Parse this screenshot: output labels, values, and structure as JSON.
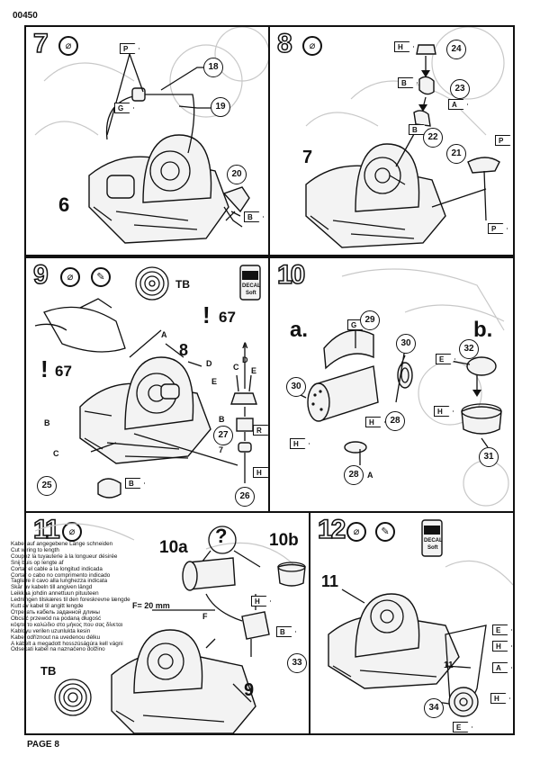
{
  "page": {
    "code": "00450",
    "page_label": "PAGE 8"
  },
  "steps": {
    "s7": {
      "number": "7",
      "part_labels": [
        "18",
        "19",
        "20"
      ],
      "assembly_label": "6",
      "tags": [
        "P",
        "G",
        "B"
      ]
    },
    "s8": {
      "number": "8",
      "part_labels": [
        "24",
        "23",
        "22",
        "21"
      ],
      "assembly_label": "7",
      "tags": [
        "H",
        "B",
        "A",
        "B",
        "P",
        "P"
      ]
    },
    "s9": {
      "number": "9",
      "part_labels": [
        "25",
        "26",
        "27"
      ],
      "assembly_label": "8",
      "tb": "TB",
      "ref_a": "67",
      "ref_b": "67",
      "letters": [
        "A",
        "B",
        "C",
        "D",
        "E"
      ],
      "dist_letters": [
        "A",
        "C",
        "D",
        "E",
        "B",
        "7"
      ],
      "decal": "DECAL",
      "soft": "Soft",
      "tags": [
        "B",
        "R",
        "H"
      ]
    },
    "s10": {
      "number": "10",
      "sub_a": "a.",
      "sub_b": "b.",
      "part_labels": [
        "29",
        "30",
        "30",
        "28",
        "32",
        "31",
        "28"
      ],
      "letter_a": "A",
      "tags": [
        "G",
        "H",
        "H",
        "E",
        "H"
      ]
    },
    "s11": {
      "number": "11",
      "variant_a": "10a",
      "variant_b": "10b",
      "question": "?",
      "measure": "F= 20 mm",
      "letter_f": "F",
      "part_labels": [
        "33"
      ],
      "assembly_label": "9",
      "tb": "TB",
      "tags": [
        "B",
        "H"
      ],
      "instructions": [
        "Kabel auf angegebene Länge schneiden",
        "Cut wiring to length",
        "Coupez la tuyauterie à la longueur désirée",
        "Snij buis op lengte af",
        "Cortar el cable a la longitud indicada",
        "Cortar o cabo no comprimento indicado",
        "Tagliare il cavo alla lunghezza indicata",
        "Skär av kabeln till angiven längd",
        "Leikkaa johdin annettuun pituuteen",
        "Lednîngen tilskæres til den foreskrevne længde",
        "Kutt av kabel til angitt lengde",
        "Отрезать кабель заданной длины",
        "Obciąć przewód na podaną długość",
        "κόψτε το καλώδιο στο μήκος που σας δίνεται",
        "Kabloyu verilen uzunlukta kesin",
        "Kabel odříznout na uvedenou délku",
        "A kábelt a megadott hosszúságúra kell vágni",
        "Odsekati kabel na naznačeno dolžino"
      ]
    },
    "s12": {
      "number": "12",
      "assembly_label": "11",
      "sub_label": "11",
      "part_labels": [
        "34"
      ],
      "decal": "DECAL",
      "soft": "Soft",
      "tags": [
        "E",
        "H",
        "A",
        "H",
        "E"
      ]
    }
  }
}
